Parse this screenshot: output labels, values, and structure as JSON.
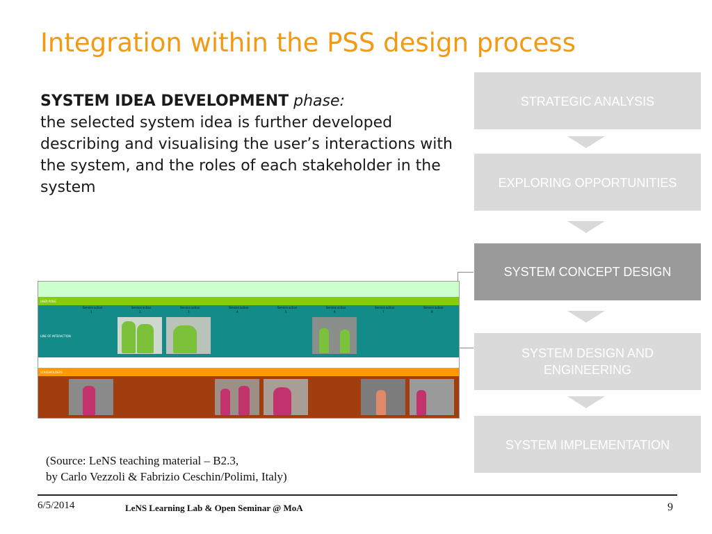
{
  "slide": {
    "title": "Integration within the PSS design process",
    "phase_name": "SYSTEM IDEA DEVELOPMENT",
    "phase_word": "phase:",
    "description": "the selected system idea is further developed describing and visualising the user’s interactions with the system, and the roles of each stakeholder in the system"
  },
  "process_steps": [
    {
      "label": "STRATEGIC ANALYSIS",
      "active": false
    },
    {
      "label": "EXPLORING OPPORTUNITIES",
      "active": false
    },
    {
      "label": "SYSTEM CONCEPT DESIGN",
      "active": true
    },
    {
      "label": "SYSTEM DESIGN AND ENGINEERING",
      "active": false
    },
    {
      "label": "SYSTEM IMPLEMENTATION",
      "active": false
    }
  ],
  "blueprint": {
    "rows": {
      "user_role": "USER ROLE",
      "line_of_interaction": "LINE OF INTERACTION",
      "stakeholders": "STAKEHOLDERS"
    },
    "service_action_label": "Service action",
    "service_actions": [
      "1",
      "2",
      "3",
      "4",
      "5",
      "6",
      "7",
      "8"
    ],
    "colors": {
      "top_band": "#ccffcc",
      "user_band": "#88cc11",
      "interaction_band": "#138b88",
      "stakeholder_band": "#ff9900",
      "bottom_band": "#a23d10"
    }
  },
  "source": {
    "line1": "(Source: LeNS teaching material – B2.3,",
    "line2": "by Carlo Vezzoli & Fabrizio Ceschin/Polimi, Italy)"
  },
  "footer": {
    "date": "6/5/2014",
    "text": "LeNS Learning Lab & Open Seminar @ MoA",
    "page": "9"
  }
}
